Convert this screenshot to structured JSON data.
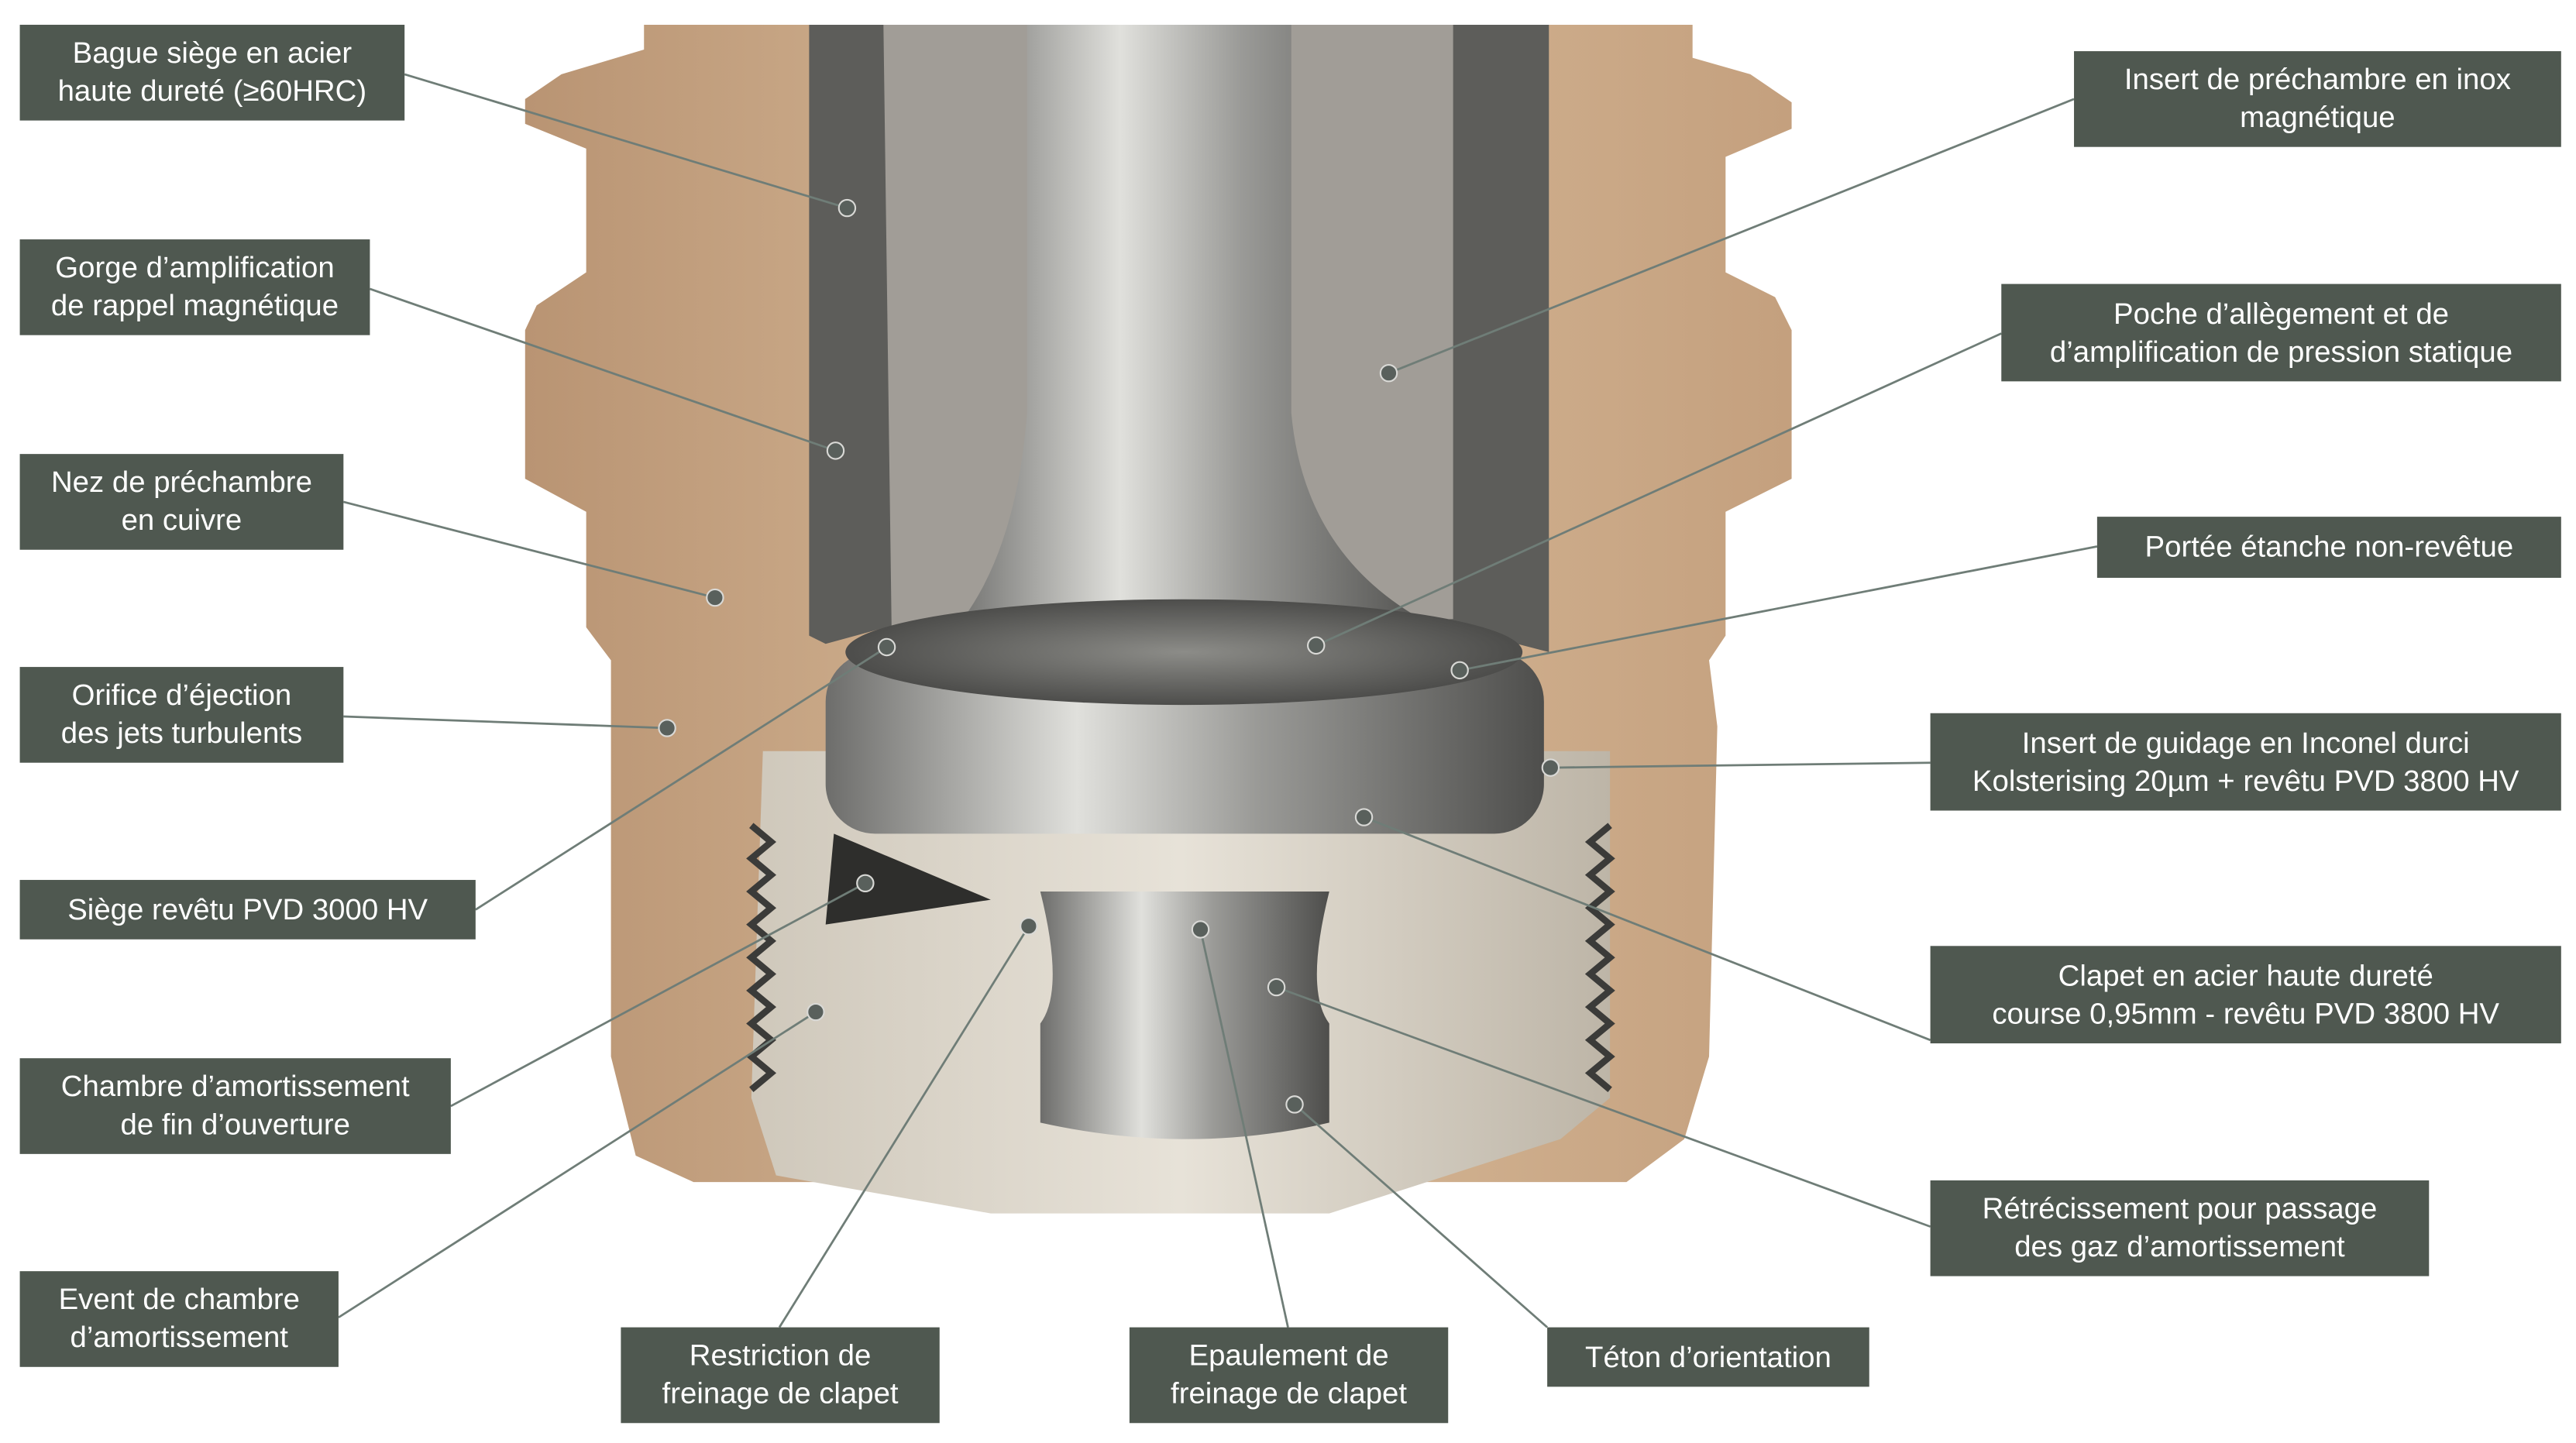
{
  "colors": {
    "label_bg": "#4f5850",
    "leader": "#6f7d77",
    "copper": "#c9a883",
    "steel": "#a9a9a6",
    "dark_insert": "#5a5a58"
  },
  "labels": [
    {
      "id": "bague-siege",
      "lines": [
        "Bague siège en acier",
        "haute dureté (≥60HRC)"
      ]
    },
    {
      "id": "gorge",
      "lines": [
        "Gorge d’amplification",
        "de rappel magnétique"
      ]
    },
    {
      "id": "nez",
      "lines": [
        "Nez de préchambre",
        "en cuivre"
      ]
    },
    {
      "id": "orifice",
      "lines": [
        "Orifice d’éjection",
        "des jets turbulents"
      ]
    },
    {
      "id": "siege-revetu",
      "lines": [
        "Siège revêtu PVD 3000 HV"
      ]
    },
    {
      "id": "chambre",
      "lines": [
        "Chambre d’amortissement",
        "de fin d’ouverture"
      ]
    },
    {
      "id": "event",
      "lines": [
        "Event de chambre",
        "d’amortissement"
      ]
    },
    {
      "id": "restriction",
      "lines": [
        "Restriction de",
        "freinage de clapet"
      ]
    },
    {
      "id": "epaulement",
      "lines": [
        "Epaulement de",
        "freinage de clapet"
      ]
    },
    {
      "id": "teton",
      "lines": [
        "Téton d’orientation"
      ]
    },
    {
      "id": "retrecissement",
      "lines": [
        "Rétrécissement pour passage",
        "des gaz d’amortissement"
      ]
    },
    {
      "id": "clapet",
      "lines": [
        "Clapet en acier haute dureté",
        "course 0,95mm - revêtu PVD 3800 HV"
      ]
    },
    {
      "id": "insert-guidage",
      "lines": [
        "Insert de guidage en Inconel durci",
        "Kolsterising 20µm + revêtu PVD 3800 HV"
      ]
    },
    {
      "id": "portee",
      "lines": [
        "Portée étanche non-revêtue"
      ]
    },
    {
      "id": "poche",
      "lines": [
        "Poche d’allègement et de",
        "d’amplification de pression statique"
      ]
    },
    {
      "id": "insert-prechambre",
      "lines": [
        "Insert de préchambre en inox",
        "magnétique"
      ]
    }
  ]
}
